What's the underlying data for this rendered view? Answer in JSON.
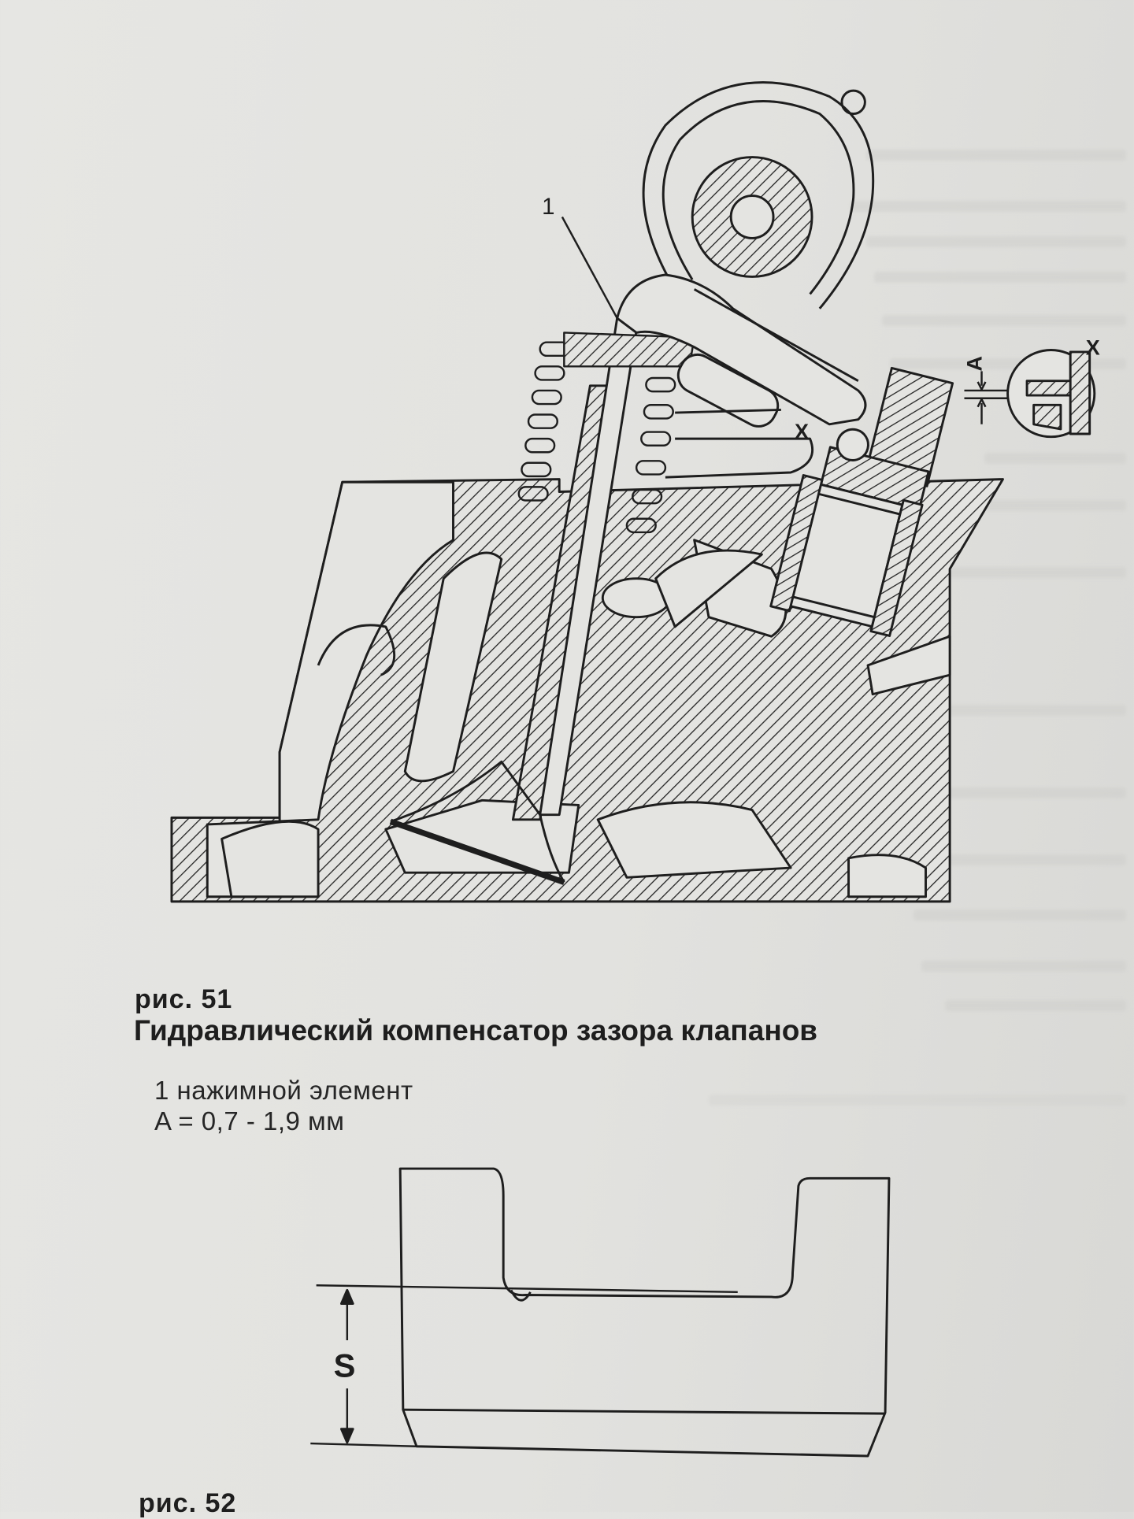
{
  "figure51": {
    "caption_number": "рис. 51",
    "title": "Гидравлический компенсатор зазора клапанов",
    "legend": [
      "1 нажимной элемент",
      "A = 0,7 - 1,9 мм"
    ],
    "callouts": {
      "item1": "1",
      "detail_x_main": "X",
      "detail_x_inset": "X",
      "gap_a": "A"
    }
  },
  "figure52": {
    "caption_number": "рис. 52",
    "dimension_label": "S"
  },
  "colors": {
    "paper": "#e4e4e1",
    "ink": "#1e1e1e"
  }
}
